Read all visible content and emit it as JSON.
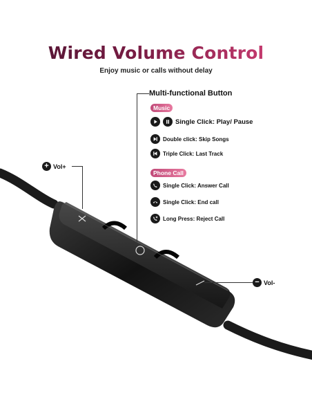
{
  "header": {
    "title": "Wired Volume Control",
    "subtitle": "Enjoy music or calls without delay"
  },
  "callout": {
    "title": "Multi-functional Button"
  },
  "music": {
    "tag": "Music",
    "items": [
      {
        "label": "Single Click: Play/ Pause",
        "icons": [
          "play-icon",
          "pause-icon"
        ]
      },
      {
        "label": "Double click: Skip Songs",
        "icons": [
          "skip-forward-icon"
        ]
      },
      {
        "label": "Triple Click: Last Track",
        "icons": [
          "skip-back-icon"
        ]
      }
    ]
  },
  "phone": {
    "tag": "Phone Call",
    "items": [
      {
        "label": "Single Click: Answer Call",
        "icons": [
          "phone-answer-icon"
        ]
      },
      {
        "label": "Single Click: End call",
        "icons": [
          "phone-end-icon"
        ]
      },
      {
        "label": "Long Press: Reject Call",
        "icons": [
          "phone-reject-icon"
        ]
      }
    ]
  },
  "volume": {
    "up": {
      "symbol": "+",
      "label": "Vol+"
    },
    "down": {
      "symbol": "−",
      "label": "Vol-"
    }
  },
  "colors": {
    "title_start": "#4a1430",
    "title_end": "#e0457e",
    "pill": "#d45b8a",
    "icon_bg": "#1a1a1a"
  }
}
